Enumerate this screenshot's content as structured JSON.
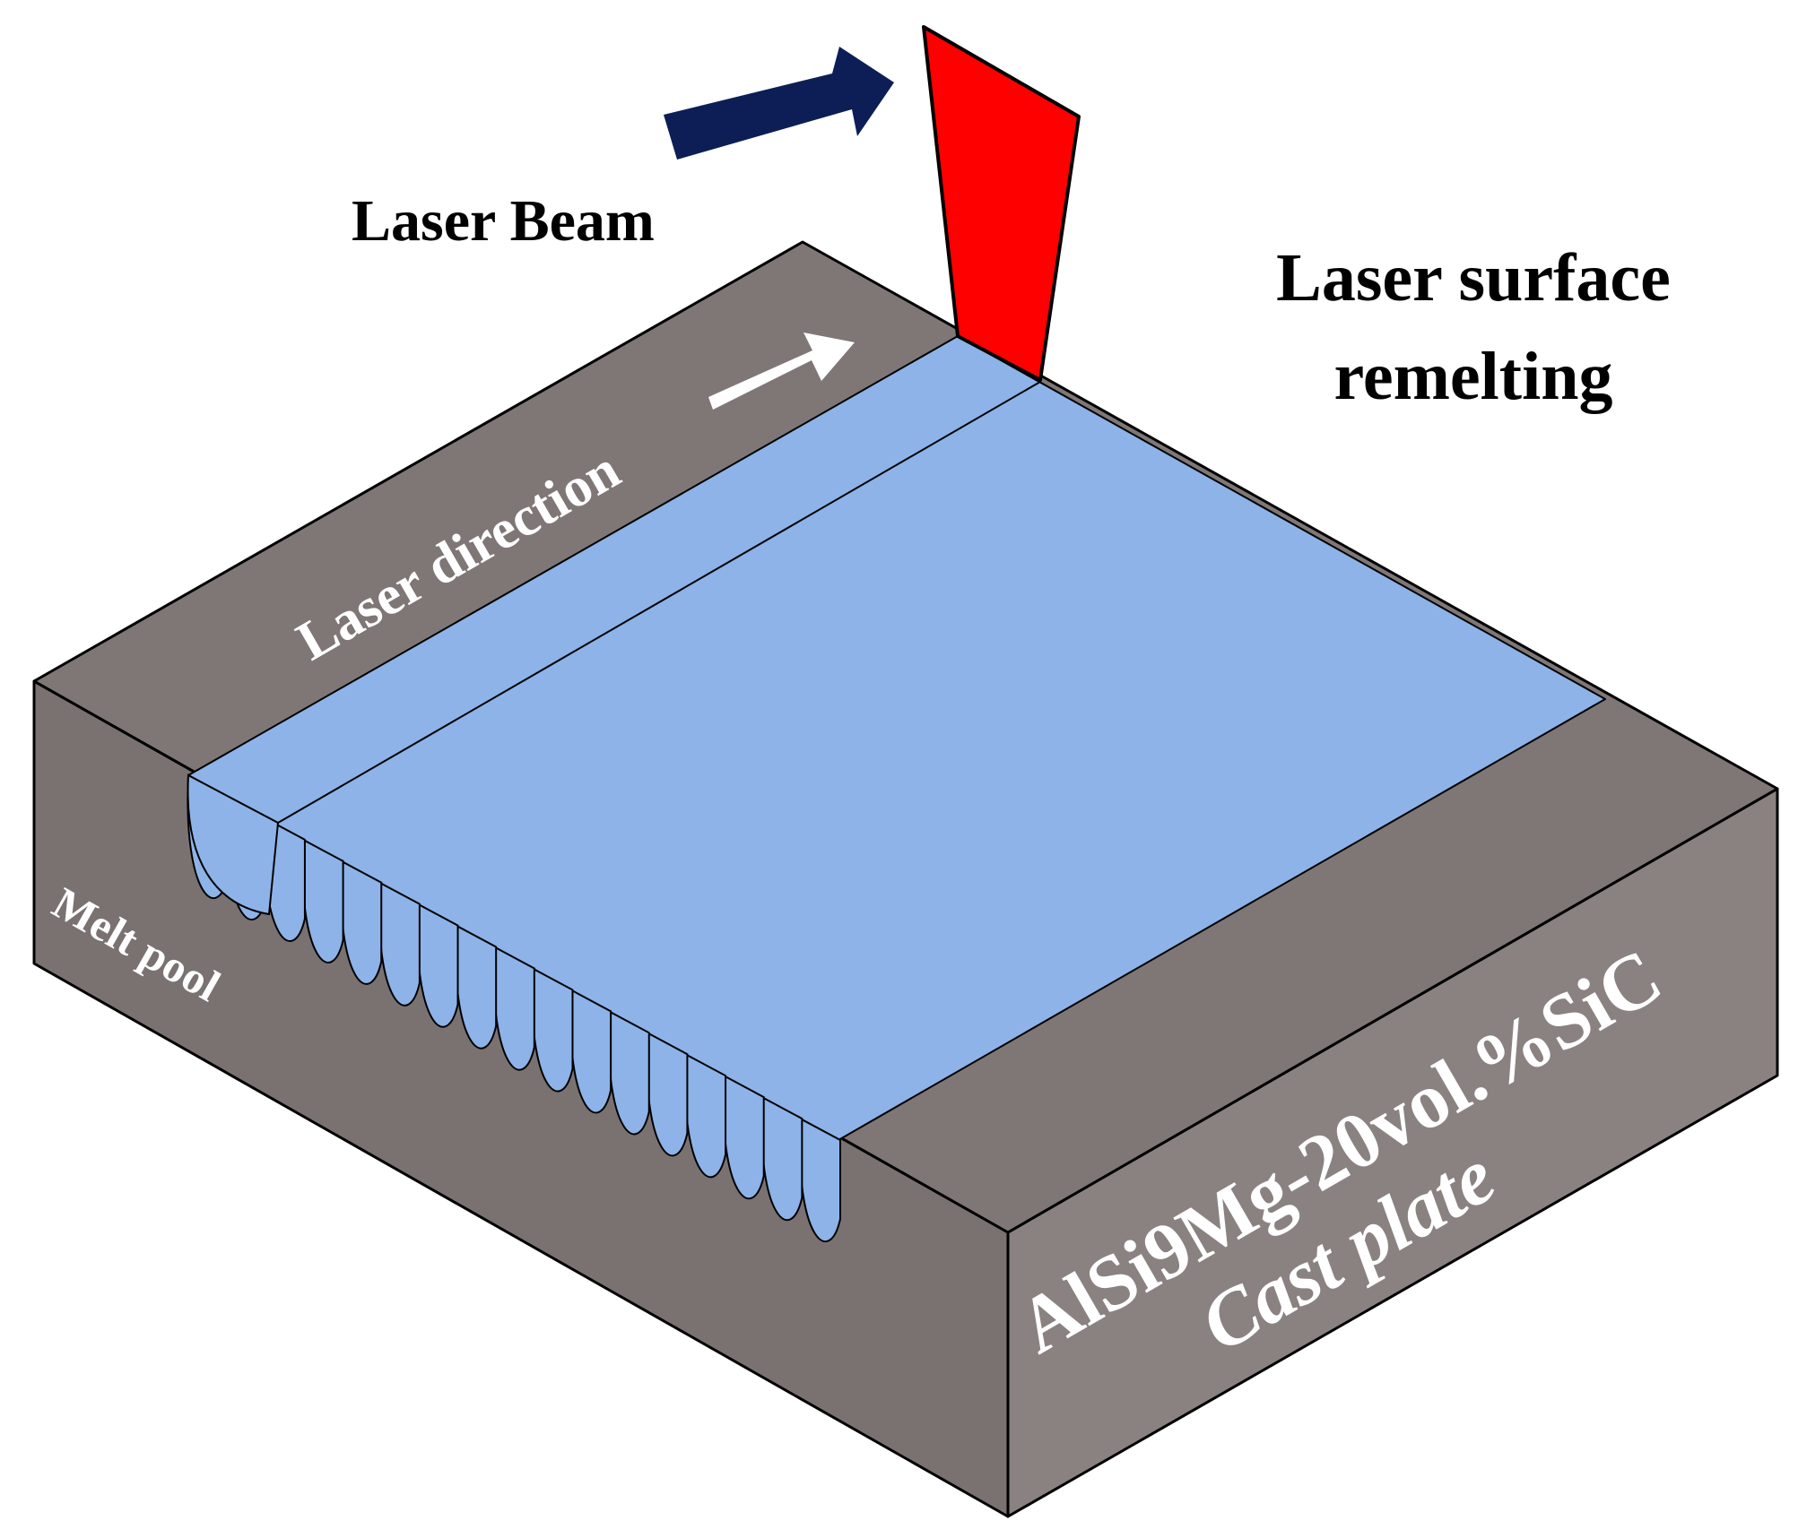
{
  "labels": {
    "laser_beam": "Laser Beam",
    "laser_surface_line1": "Laser surface",
    "laser_surface_line2": "remelting",
    "laser_direction": "Laser direction",
    "melt_pool": "Melt pool",
    "material_line1": "AlSi9Mg-20vol.%SiC",
    "material_line2": "Cast plate"
  },
  "colors": {
    "plate_top": "#7f7776",
    "plate_front": "#7a7271",
    "plate_right": "#8a8281",
    "remelted_zone": "#8db3e8",
    "melt_pool_arc": "#8db3e8",
    "laser_beam": "#ff0000",
    "beam_arrow": "#0c1e55",
    "direction_arrow": "#ffffff",
    "outline": "#000000",
    "label_dark": "#000000",
    "label_light": "#ffffff"
  }
}
